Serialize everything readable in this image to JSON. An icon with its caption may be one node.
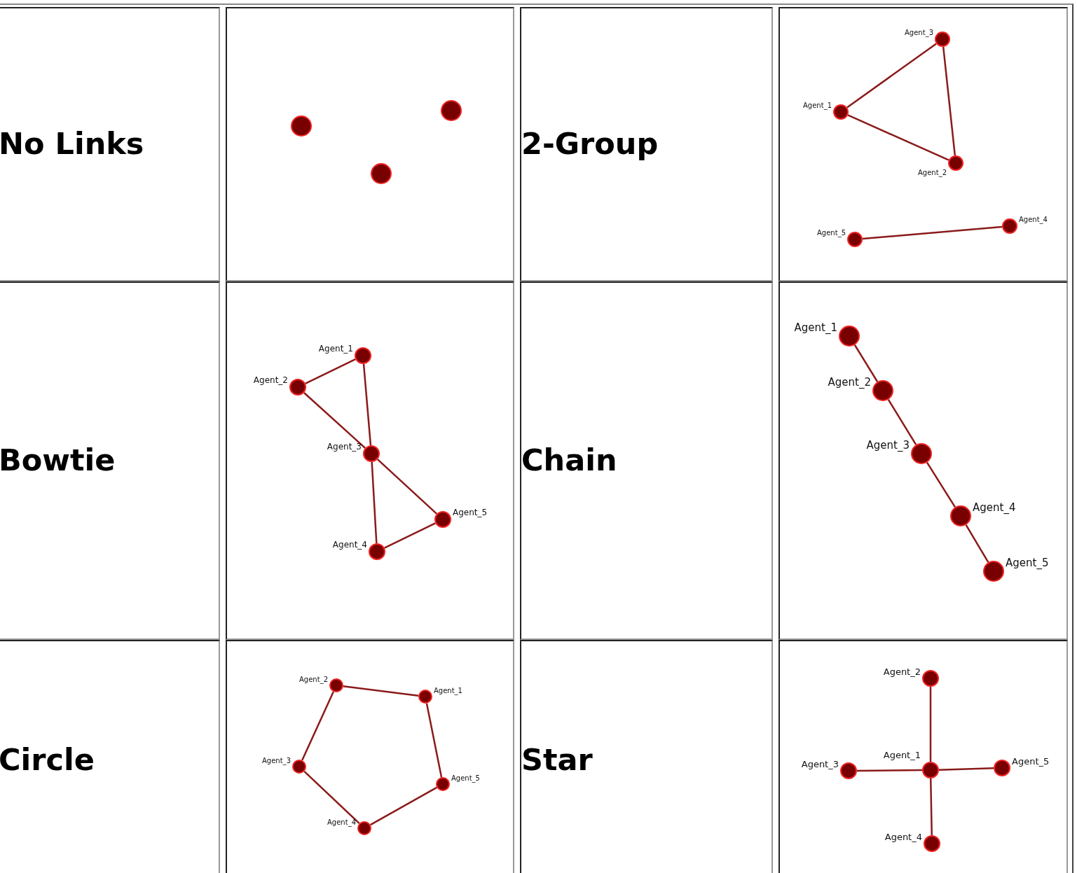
{
  "diagram": {
    "nodes": [
      {
        "text": [
          "No Links"
        ]
      },
      {
        "text": [],
        "shape": "box"
      },
      {
        "text": [],
        "shape": "circle",
        "in": 1
      },
      {
        "text": [],
        "shape": "circle",
        "in": 1
      },
      {
        "text": [],
        "shape": "circle",
        "in": 1
      },
      {
        "text": [
          "2-Group"
        ]
      },
      {
        "text": [],
        "shape": "box"
      },
      {
        "text": [],
        "shape": "circle",
        "in": 6,
        "beside": [
          "Agent_3"
        ]
      },
      {
        "text": [],
        "shape": "circle",
        "in": 6,
        "beside": [
          "Agent_1"
        ]
      },
      {
        "text": [],
        "shape": "circle",
        "in": 6,
        "beside": [
          "Agent_2"
        ]
      },
      {
        "text": [],
        "shape": "circle",
        "in": 6,
        "beside": [
          "Agent_4"
        ]
      },
      {
        "text": [],
        "shape": "circle",
        "in": 6,
        "beside": [
          "Agent_5"
        ]
      },
      {
        "text": [
          "Bowtie"
        ]
      },
      {
        "text": [],
        "shape": "box"
      },
      {
        "text": [],
        "shape": "circle",
        "in": 13,
        "beside": [
          "Agent_1"
        ]
      },
      {
        "text": [],
        "shape": "circle",
        "in": 13,
        "beside": [
          "Agent_2"
        ]
      },
      {
        "text": [],
        "shape": "circle",
        "in": 13,
        "beside": [
          "Agent_3"
        ]
      },
      {
        "text": [],
        "shape": "circle",
        "in": 13,
        "beside": [
          "Agent_5"
        ]
      },
      {
        "text": [],
        "shape": "circle",
        "in": 13,
        "beside": [
          "Agent_4"
        ]
      },
      {
        "text": [
          "Chain"
        ]
      },
      {
        "text": [],
        "shape": "box"
      },
      {
        "text": [],
        "shape": "circle",
        "in": 20,
        "beside": [
          "Agent_1"
        ]
      },
      {
        "text": [],
        "shape": "circle",
        "in": 20,
        "beside": [
          "Agent_2"
        ]
      },
      {
        "text": [],
        "shape": "circle",
        "in": 20,
        "beside": [
          "Agent_3"
        ]
      },
      {
        "text": [],
        "shape": "circle",
        "in": 20,
        "beside": [
          "Agent_4"
        ]
      },
      {
        "text": [],
        "shape": "circle",
        "in": 20,
        "beside": [
          "Agent_5"
        ]
      },
      {
        "text": [
          "Circle"
        ]
      },
      {
        "text": [],
        "shape": "box"
      },
      {
        "text": [],
        "shape": "circle",
        "in": 27,
        "beside": [
          "Agent_2"
        ]
      },
      {
        "text": [],
        "shape": "circle",
        "in": 27,
        "beside": [
          "Agent_1"
        ]
      },
      {
        "text": [],
        "shape": "circle",
        "in": 27,
        "beside": [
          "Agent_3"
        ]
      },
      {
        "text": [],
        "shape": "circle",
        "in": 27,
        "beside": [
          "Agent_5"
        ]
      },
      {
        "text": [],
        "shape": "circle",
        "in": 27,
        "beside": [
          "Agent_4"
        ]
      },
      {
        "text": [
          "Star"
        ]
      },
      {
        "text": [],
        "shape": "box"
      },
      {
        "text": [],
        "shape": "circle",
        "in": 34,
        "beside": [
          "Agent_2"
        ]
      },
      {
        "text": [],
        "shape": "circle",
        "in": 34,
        "beside": [
          "Agent_3"
        ]
      },
      {
        "text": [],
        "shape": "circle",
        "in": 34,
        "beside": [
          "Agent_1"
        ]
      },
      {
        "text": [],
        "shape": "circle",
        "in": 34,
        "beside": [
          "Agent_5"
        ]
      },
      {
        "text": [],
        "shape": "circle",
        "in": 34,
        "beside": [
          "Agent_4"
        ]
      }
    ],
    "edges": [
      {
        "from": 7,
        "to": 8,
        "arrow": "none"
      },
      {
        "from": 8,
        "to": 9,
        "arrow": "none"
      },
      {
        "from": 9,
        "to": 7,
        "arrow": "none"
      },
      {
        "from": 11,
        "to": 10,
        "arrow": "none"
      },
      {
        "from": 14,
        "to": 15,
        "arrow": "none"
      },
      {
        "from": 14,
        "to": 16,
        "arrow": "none"
      },
      {
        "from": 15,
        "to": 16,
        "arrow": "none"
      },
      {
        "from": 16,
        "to": 17,
        "arrow": "none"
      },
      {
        "from": 16,
        "to": 18,
        "arrow": "none"
      },
      {
        "from": 18,
        "to": 17,
        "arrow": "none"
      },
      {
        "from": 21,
        "to": 22,
        "arrow": "none"
      },
      {
        "from": 22,
        "to": 23,
        "arrow": "none"
      },
      {
        "from": 23,
        "to": 24,
        "arrow": "none"
      },
      {
        "from": 24,
        "to": 25,
        "arrow": "none"
      },
      {
        "from": 28,
        "to": 29,
        "arrow": "none"
      },
      {
        "from": 29,
        "to": 31,
        "arrow": "none"
      },
      {
        "from": 31,
        "to": 32,
        "arrow": "none"
      },
      {
        "from": 32,
        "to": 30,
        "arrow": "none"
      },
      {
        "from": 30,
        "to": 28,
        "arrow": "none"
      },
      {
        "from": 37,
        "to": 35,
        "arrow": "none"
      },
      {
        "from": 37,
        "to": 36,
        "arrow": "none"
      },
      {
        "from": 37,
        "to": 39,
        "arrow": "none"
      },
      {
        "from": 37,
        "to": 38,
        "arrow": "none"
      }
    ]
  }
}
